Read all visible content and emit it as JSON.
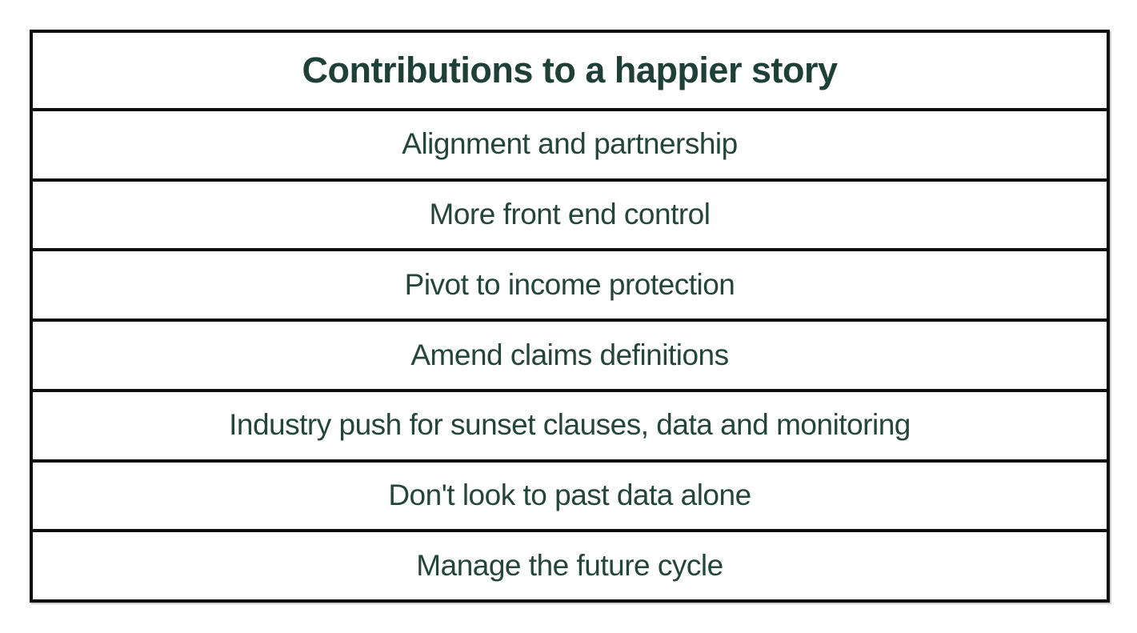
{
  "table": {
    "title": "Contributions to a happier story",
    "rows": [
      "Alignment and partnership",
      "More front end control",
      "Pivot to income protection",
      "Amend claims definitions",
      "Industry push for sunset clauses, data and monitoring",
      "Don't look to past data alone",
      "Manage the future cycle"
    ],
    "colors": {
      "text": "#24453b",
      "title_text": "#1f4037",
      "border": "#0d0d0d",
      "background": "#ffffff"
    }
  }
}
